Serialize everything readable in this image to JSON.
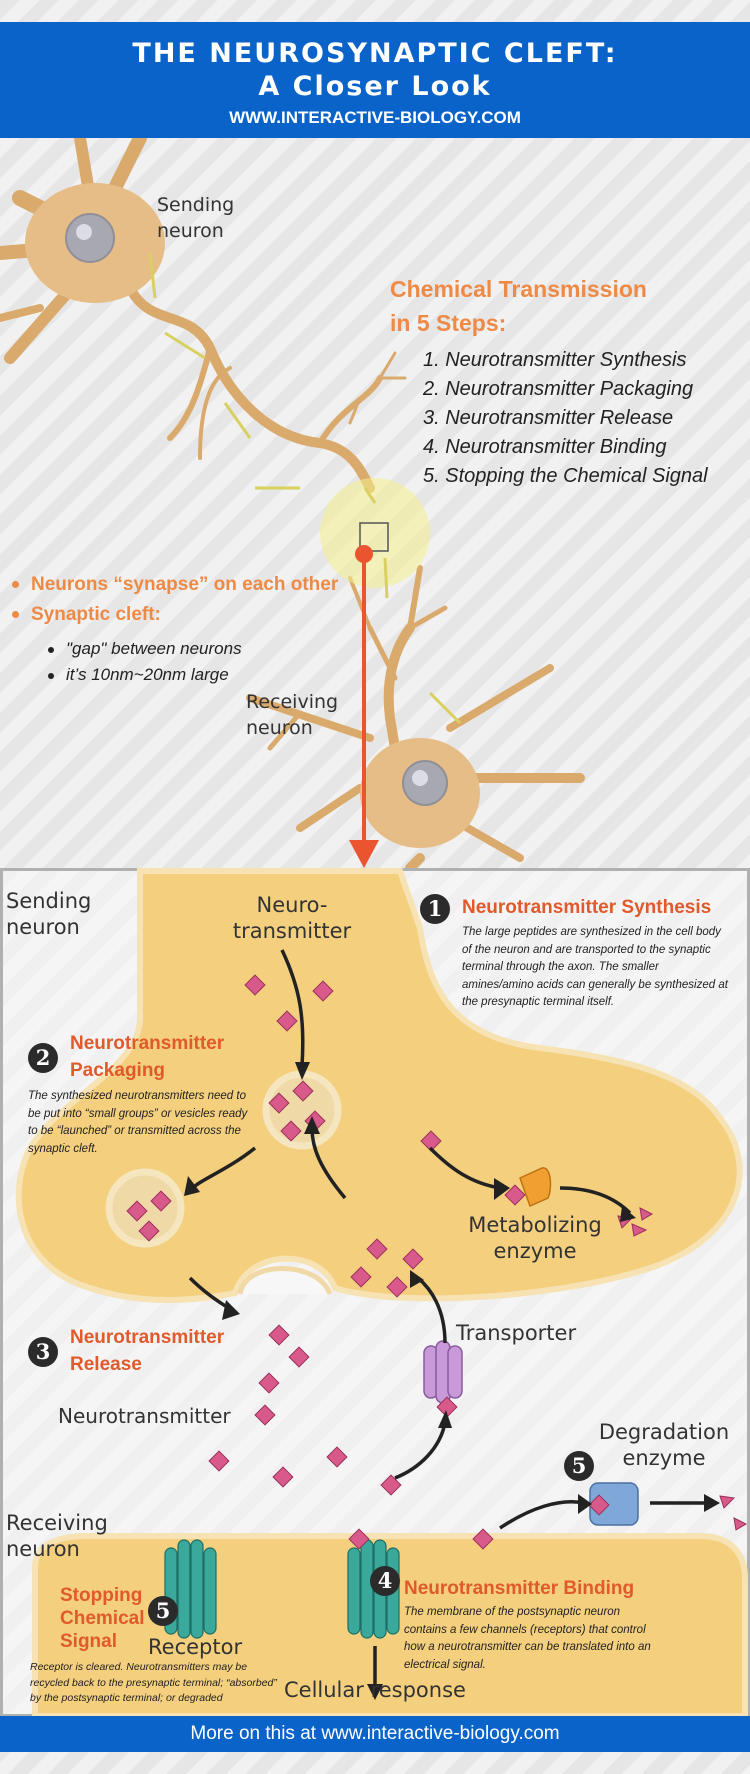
{
  "header": {
    "title_line1": "THE NEUROSYNAPTIC CLEFT:",
    "title_line2": "A Closer Look",
    "url": "WWW.INTERACTIVE-BIOLOGY.COM"
  },
  "top": {
    "sending_neuron_l1": "Sending",
    "sending_neuron_l2": "neuron",
    "receiving_neuron_l1": "Receiving",
    "receiving_neuron_l2": "neuron",
    "steps_title_l1": "Chemical Transmission",
    "steps_title_l2": "in 5 Steps:",
    "steps": [
      "1. Neurotransmitter Synthesis",
      "2. Neurotransmitter Packaging",
      "3. Neurotransmitter Release",
      "4. Neurotransmitter Binding",
      "5. Stopping the Chemical Signal"
    ],
    "bullet1": "Neurons “synapse” on each other",
    "bullet2": "Synaptic cleft:",
    "sub1": "\"gap\" between neurons",
    "sub2": "it’s 10nm~20nm large"
  },
  "diagram": {
    "sending_l1": "Sending",
    "sending_l2": "neuron",
    "receiving_l1": "Receiving",
    "receiving_l2": "neuron",
    "neuro_l1": "Neuro-",
    "neuro_l2": "transmitter",
    "neurotransmitter": "Neurotransmitter",
    "metab_l1": "Metabolizing",
    "metab_l2": "enzyme",
    "transporter": "Transporter",
    "degr_l1": "Degradation",
    "degr_l2": "enzyme",
    "receptor": "Receptor",
    "cellular": "Cellular response",
    "step1": {
      "num": "1",
      "title": "Neurotransmitter Synthesis",
      "text": "The large peptides are synthesized in the cell body of the neuron and are transported to the synaptic terminal through the axon. The smaller amines/amino acids can generally be synthesized at the presynaptic terminal itself."
    },
    "step2": {
      "num": "2",
      "title_l1": "Neurotransmitter",
      "title_l2": "Packaging",
      "text": "The synthesized neurotransmitters need to be put into “small groups” or vesicles ready to be “launched” or transmitted across the synaptic cleft."
    },
    "step3": {
      "num": "3",
      "title_l1": "Neurotransmitter",
      "title_l2": "Release"
    },
    "step4": {
      "num": "4",
      "title": "Neurotransmitter Binding",
      "text": "The membrane of the postsynaptic neuron contains a few channels (receptors) that control how a neurotransmitter can be translated into an electrical signal."
    },
    "step5": {
      "num": "5",
      "title_l1": "Stopping",
      "title_l2": "Chemical",
      "title_l3": "Signal",
      "text": "Receptor is cleared. Neurotransmitters may be recycled back to the presynaptic terminal; “absorbed” by the postsynaptic terminal; or degraded"
    },
    "step5b": {
      "num": "5"
    }
  },
  "footer": {
    "text": "More on this at www.interactive-biology.com"
  },
  "colors": {
    "header_blue": "#0a63c9",
    "orange": "#ee8a45",
    "red": "#e05a2b",
    "neuron": "#e6bd86",
    "cell": "#f3cf7e"
  }
}
